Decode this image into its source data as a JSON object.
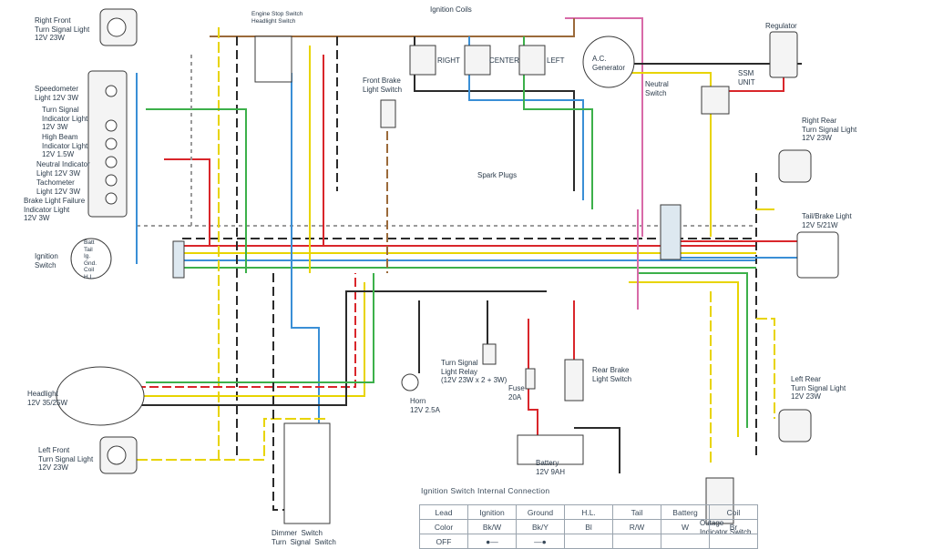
{
  "labels": {
    "right_front_turn": "Right Front\nTurn Signal Light\n12V 23W",
    "speedometer": "Speedometer\nLight 12V 3W",
    "turn_indicator": "Turn Signal\nIndicator Light\n12V 3W",
    "high_beam": "High Beam\nIndicator Light\n12V 1.5W",
    "neutral_indicator": "Neutral Indicator\nLight 12V 3W",
    "tachometer": "Tachometer\nLight 12V 3W",
    "brake_failure": "Brake Light Failure\nIndicator Light\n12V 3W",
    "ignition_switch": "Ignition\nSwitch",
    "headlight": "Headlight\n12V 35/25W",
    "left_front_turn": "Left Front\nTurn Signal Light\n12V 23W",
    "engine_stop": "Engine Stop Switch\nHeadlight Switch",
    "ignition_coils": "Ignition Coils",
    "coil_right": "RIGHT",
    "coil_center": "CENTER",
    "coil_left": "LEFT",
    "front_brake": "Front Brake\nLight Switch",
    "spark_plugs": "Spark Plugs",
    "ac_generator": "A.C.\nGenerator",
    "neutral_switch": "Neutral\nSwitch",
    "regulator": "Regulator",
    "ssm_unit": "SSM\nUNIT",
    "right_rear_turn": "Right Rear\nTurn Signal Light\n12V 23W",
    "tail_brake": "Tail/Brake Light\n12V 5/21W",
    "left_rear_turn": "Left Rear\nTurn Signal Light\n12V 23W",
    "turn_relay": "Turn Signal\nLight Relay\n(12V 23W x 2 + 3W)",
    "horn": "Horn\n12V 2.5A",
    "fuse": "Fuse\n20A",
    "rear_brake": "Rear Brake\nLight Switch",
    "battery": "Battery\n12V 9AH",
    "outage": "Outage\nIndicator Switch",
    "dimmer": "Dimmer  Switch\nTurn  Signal  Switch",
    "ign_terminals": "Batt\nTail\nIg.\nGnd.\nCoil\nH.L."
  },
  "table": {
    "title": "Ignition  Switch  Internal  Connection",
    "headers": [
      "Lead",
      "Ignition",
      "Ground",
      "H.L.",
      "Tail",
      "Batterg",
      "Coil"
    ],
    "color_row": [
      "Color",
      "Bk/W",
      "Bk/Y",
      "Bl",
      "R/W",
      "W",
      "Br"
    ],
    "off_label": "OFF"
  },
  "colors": {
    "red": "#d9262b",
    "yellow": "#e8d400",
    "blue": "#3a8fd6",
    "green": "#3cb04a",
    "black": "#2b2b2b",
    "brown": "#9b6a3a",
    "gray": "#9a9a9a",
    "pink": "#d86aa8"
  }
}
